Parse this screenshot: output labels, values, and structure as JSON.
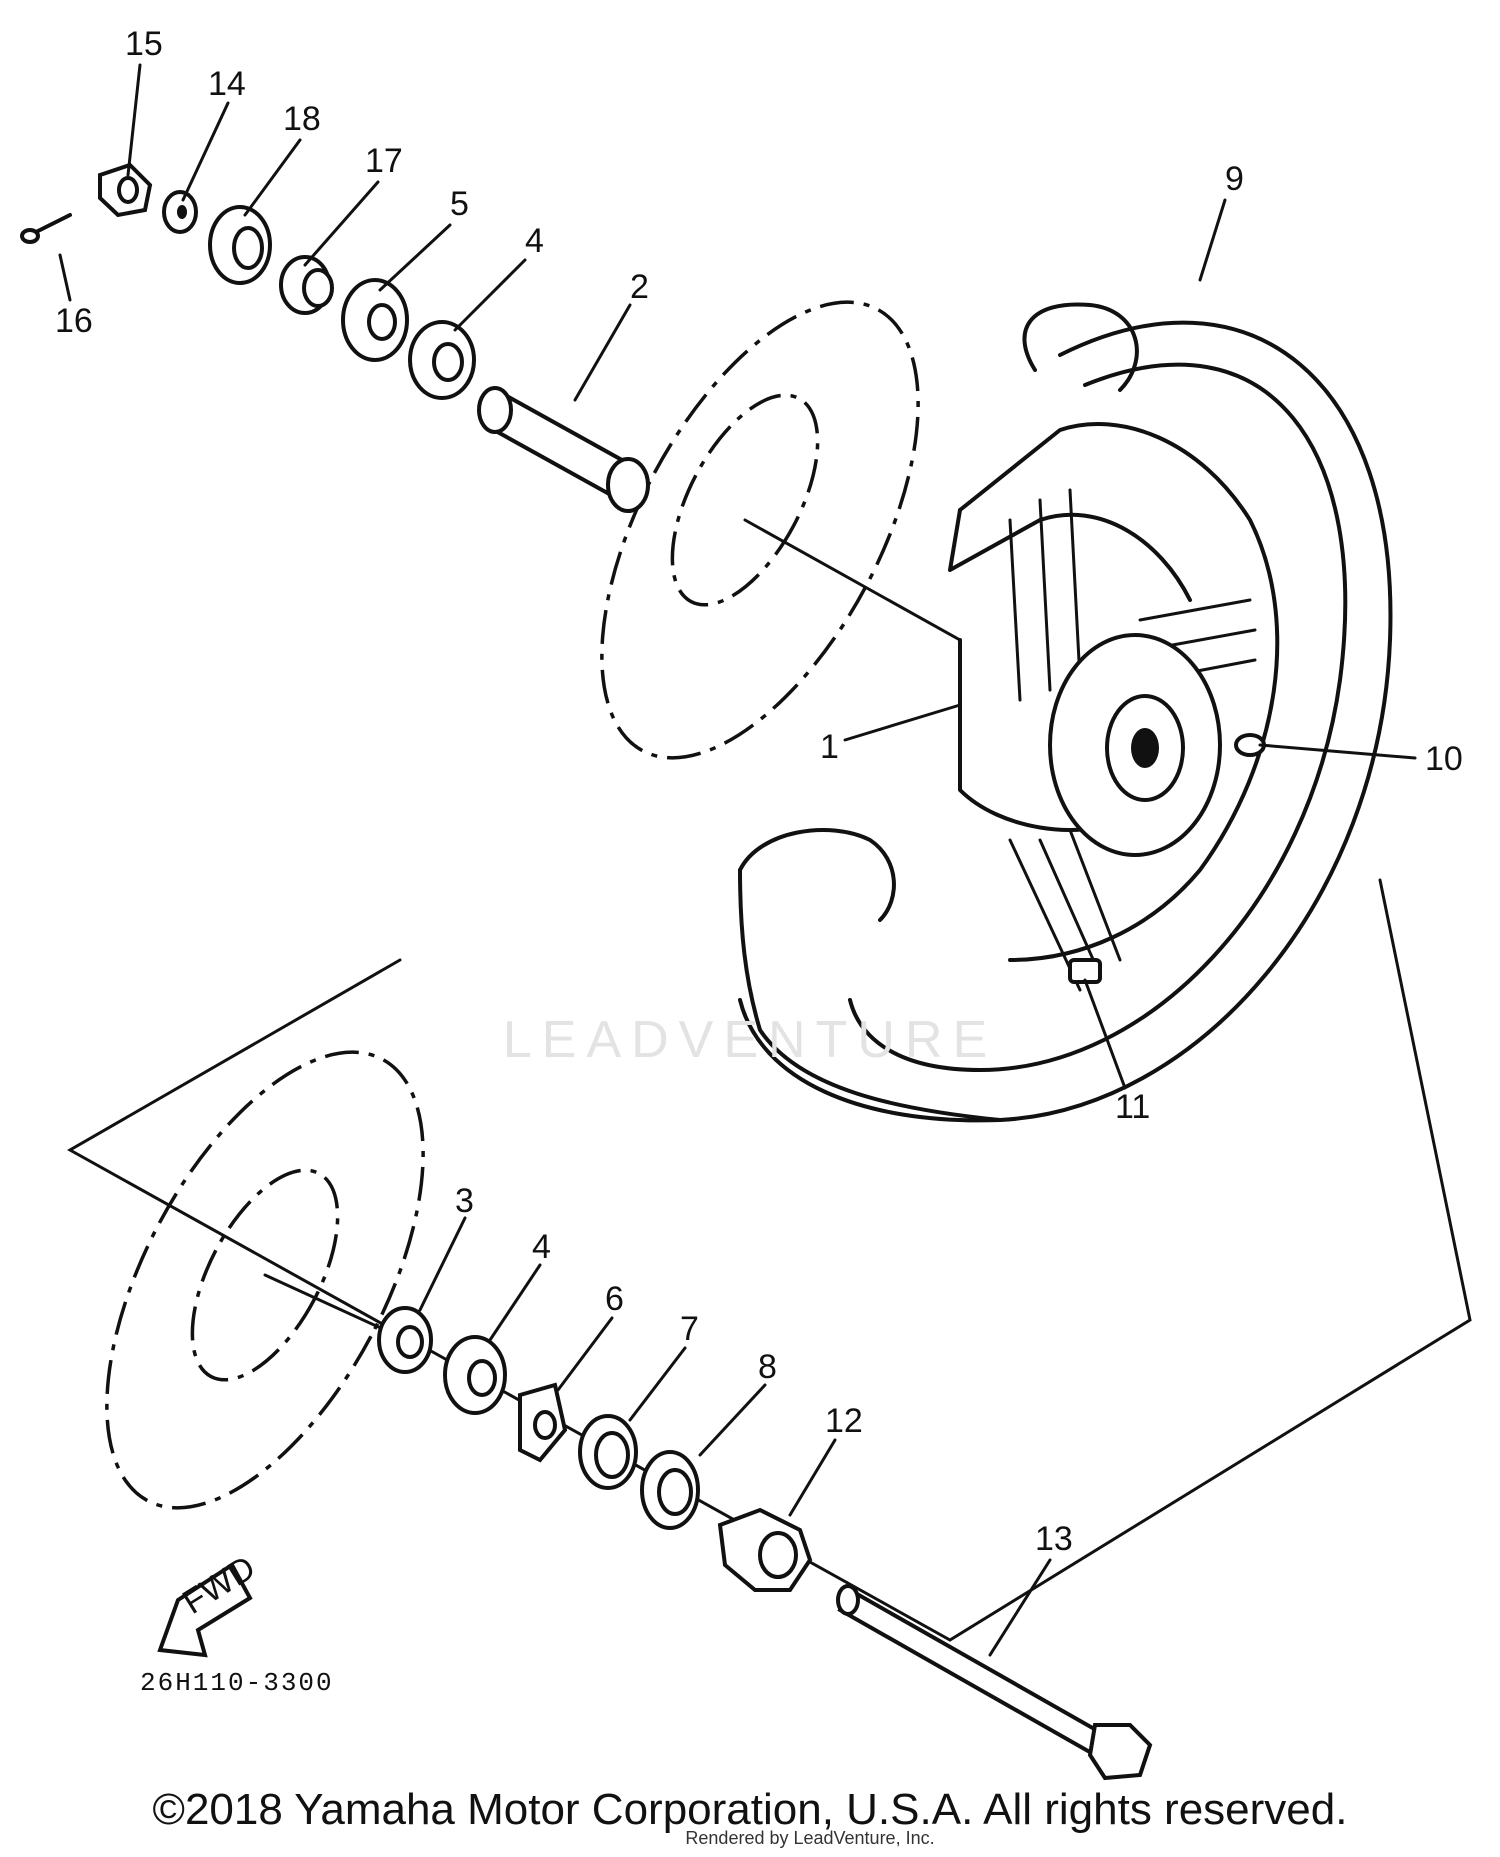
{
  "diagram": {
    "callouts": {
      "c1": "1",
      "c2": "2",
      "c3": "3",
      "c4a": "4",
      "c4b": "4",
      "c5": "5",
      "c6": "6",
      "c7": "7",
      "c8": "8",
      "c9": "9",
      "c10": "10",
      "c11": "11",
      "c12": "12",
      "c13": "13",
      "c14": "14",
      "c15": "15",
      "c16": "16",
      "c17": "17",
      "c18": "18"
    },
    "fwd_label": "FWD",
    "ref_code": "26H110-3300",
    "watermark": "LEADVENTURE"
  },
  "footer": {
    "copyright": "©2018 Yamaha Motor Corporation, U.S.A. All rights reserved.",
    "rendered_by": "Rendered by LeadVenture, Inc."
  }
}
